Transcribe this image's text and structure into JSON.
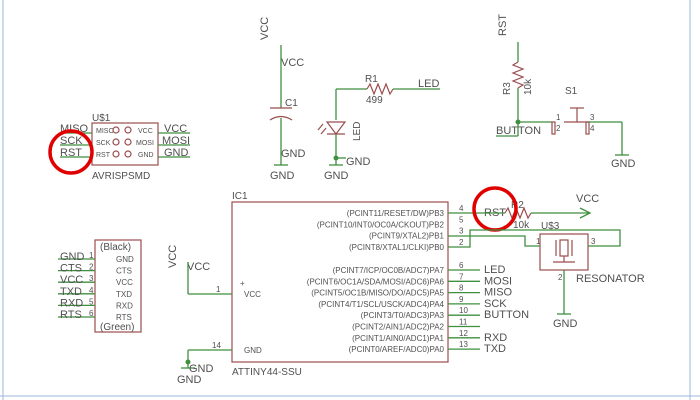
{
  "power": {
    "vcc_labels": [
      "VCC",
      "VCC",
      "VCC",
      "VCC",
      "VCC",
      "VCC",
      "VCC"
    ],
    "gnd_labels": [
      "GND",
      "GND",
      "GND",
      "GND",
      "GND",
      "GND",
      "GND",
      "GND"
    ],
    "rst_net": "RST"
  },
  "c1": {
    "name": "C1"
  },
  "r1": {
    "name": "R1",
    "value": "499"
  },
  "led": {
    "name": "LED",
    "net": "LED"
  },
  "r3": {
    "name": "R3",
    "value": "10k"
  },
  "s1": {
    "name": "S1",
    "label": "BUTTON",
    "pins": [
      "1",
      "2",
      "3",
      "4"
    ]
  },
  "u1": {
    "name": "U$1",
    "part": "AVRISPSMD",
    "inner_left": [
      "MISO",
      "SCK",
      "RST"
    ],
    "inner_right": [
      "VCC",
      "MOSI",
      "GND"
    ],
    "nets_left": [
      "MISO",
      "SCK",
      "RST"
    ],
    "nets_right": [
      "VCC",
      "MOSI",
      "GND"
    ]
  },
  "ic1": {
    "name": "IC1",
    "part": "ATTINY44-SSU",
    "vcc_pin": "VCC",
    "vcc_num": "1",
    "gnd_pin": "GND",
    "gnd_num": "14",
    "plus": "+",
    "pins_right": [
      {
        "label": "(PCINT11/RESET/DW)PB3",
        "num": "4",
        "net": "RST"
      },
      {
        "label": "(PCINT10/INT0/OC0A/CKOUT)PB2",
        "num": "5",
        "net": ""
      },
      {
        "label": "(PCINT9/XTAL2)PB1",
        "num": "3",
        "net": ""
      },
      {
        "label": "(PCINT8/XTAL1/CLKI)PB0",
        "num": "2",
        "net": ""
      },
      {
        "label": "(PCINT7/ICP/OC0B/ADC7)PA7",
        "num": "6",
        "net": "LED"
      },
      {
        "label": "(PCINT6/OC1A/SDA/MOSI/ADC6)PA6",
        "num": "7",
        "net": "MOSI"
      },
      {
        "label": "(PCINT5/OC1B/MISO/DO/ADC5)PA5",
        "num": "8",
        "net": "MISO"
      },
      {
        "label": "(PCINT4/T1/SCL/USCK/ADC4)PA4",
        "num": "9",
        "net": "SCK"
      },
      {
        "label": "(PCINT3/T0/ADC3)PA3",
        "num": "10",
        "net": "BUTTON"
      },
      {
        "label": "(PCINT2/AIN1/ADC2)PA2",
        "num": "11",
        "net": ""
      },
      {
        "label": "(PCINT1/AIN0/ADC1)PA1",
        "num": "12",
        "net": "RXD"
      },
      {
        "label": "(PCINT0/AREF/ADC0)PA0",
        "num": "13",
        "net": "TXD"
      }
    ]
  },
  "ftdi": {
    "top": "(Black)",
    "bottom": "(Green)",
    "pins": [
      {
        "num": "1",
        "name": "GND",
        "net": "GND"
      },
      {
        "num": "2",
        "name": "CTS",
        "net": "CTS"
      },
      {
        "num": "3",
        "name": "VCC",
        "net": "VCC"
      },
      {
        "num": "4",
        "name": "TXD",
        "net": "TXD"
      },
      {
        "num": "5",
        "name": "RXD",
        "net": "RXD"
      },
      {
        "num": "6",
        "name": "RTS",
        "net": "RTS"
      }
    ]
  },
  "r2": {
    "name": "R2",
    "value": "10k"
  },
  "u3": {
    "name": "U$3",
    "label": "RESONATOR",
    "pins": [
      "1",
      "2",
      "3"
    ]
  }
}
